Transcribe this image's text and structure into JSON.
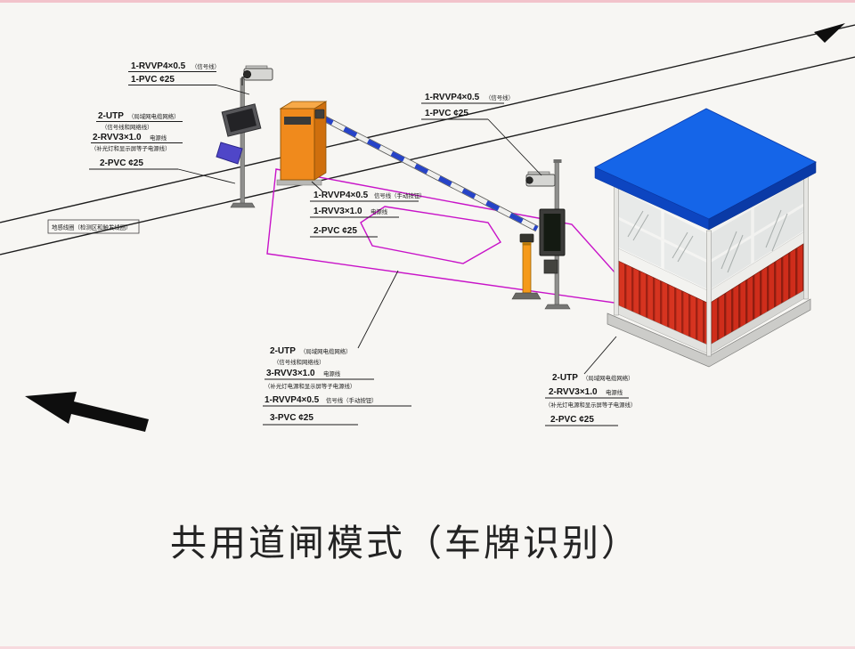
{
  "title": "共用道闸模式（车牌识别）",
  "colors": {
    "background": "#f7f6f3",
    "roof_blue": "#1565e8",
    "roof_fascia": "#0d45c0",
    "panel_red": "#d63420",
    "panel_red_dark": "#cf2d1b",
    "cabinet_orange": "#f08a1c",
    "boom_blue": "#2643c8",
    "zone_magenta": "#c813c8",
    "floodlight_violet": "#4f46c8",
    "post_orange": "#f59a1a",
    "arrow_black": "#0e0e0e"
  },
  "labels": {
    "cam1": {
      "l1_main": "1-RVVP4×0.5",
      "l1_note": "（信号线）",
      "l2_main": "1-PVC ¢25"
    },
    "pole1": {
      "l1_main": "2-UTP",
      "l1_note": "（局域网电缆网络）",
      "l2_note": "（信号线和网络线）",
      "l3_main": "2-RVV3×1.0",
      "l3_note": "电源线",
      "l4_note": "（补光灯和显示屏等子电源线）",
      "l5_main": "2-PVC ¢25"
    },
    "loop": {
      "text": "地感线圈（检测区和触发线圈）"
    },
    "barrier": {
      "l1_main": "1-RVVP4×0.5",
      "l1_note": "信号线（手动按钮）",
      "l2_main": "1-RVV3×1.0",
      "l2_note": "电源线",
      "l3_main": "2-PVC ¢25"
    },
    "cam2": {
      "l1_main": "1-RVVP4×0.5",
      "l1_note": "（信号线）",
      "l2_main": "1-PVC ¢25"
    },
    "island": {
      "l1_main": "2-UTP",
      "l1_note": "（局域网电缆网络）",
      "l2_note": "（信号线和网络线）",
      "l3_main": "3-RVV3×1.0",
      "l3_note": "电源线",
      "l4_note": "（补光灯电源和显示屏等子电源线）",
      "l5_main": "1-RVVP4×0.5",
      "l5_note": "信号线（手动按钮）",
      "l6_main": "3-PVC ¢25"
    },
    "booth": {
      "l1_main": "2-UTP",
      "l1_note": "（局域网电缆网络）",
      "l2_main": "2-RVV3×1.0",
      "l2_note": "电源线",
      "l3_note": "（补光灯电源和显示屏等子电源线）",
      "l4_main": "2-PVC ¢25"
    }
  }
}
